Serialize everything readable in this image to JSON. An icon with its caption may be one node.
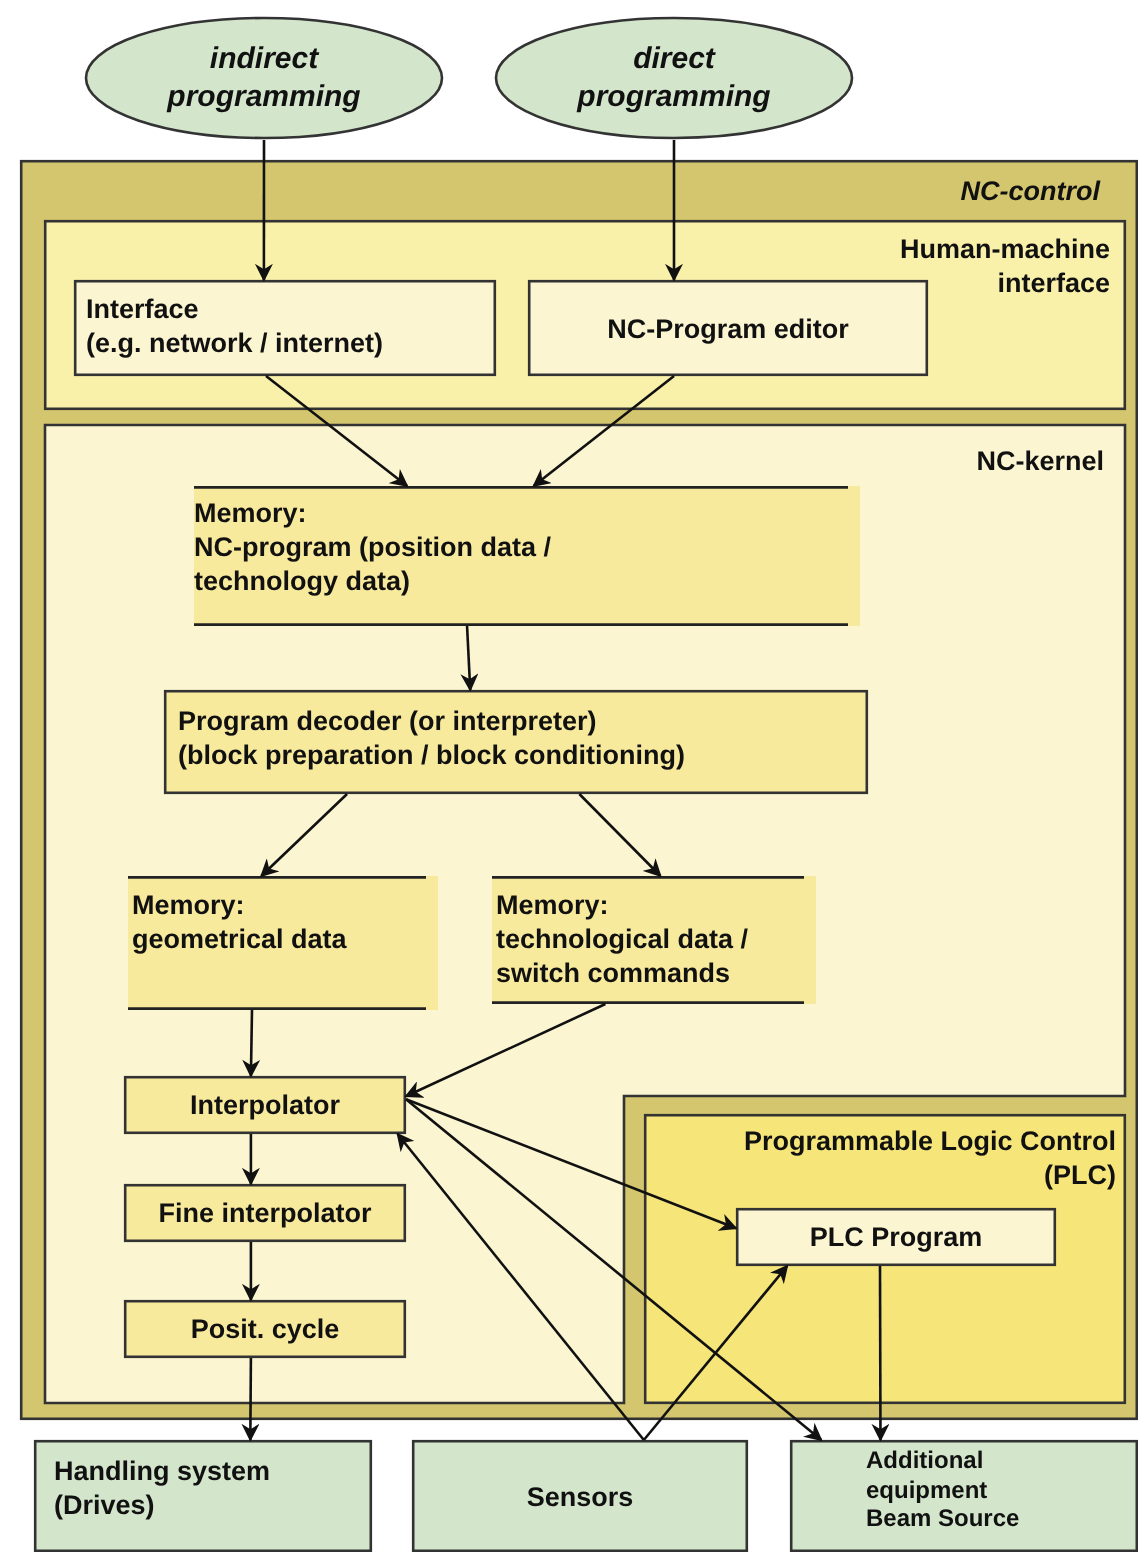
{
  "diagram": {
    "nodes": [
      {
        "text": [
          "indirect programming"
        ]
      },
      {
        "text": [
          "direct programming"
        ]
      },
      {
        "text": [
          "NC-control"
        ]
      },
      {
        "text": [
          "Human-machine interface"
        ],
        "in": 2
      },
      {
        "text": [
          "Interface",
          "(e.g. network / internet)"
        ],
        "in": 3
      },
      {
        "text": [
          "NC-Program editor"
        ],
        "in": 3
      },
      {
        "text": [
          "NC-kernel"
        ],
        "in": 2
      },
      {
        "text": [
          "Memory:",
          "NC-program (position data / technology data)"
        ],
        "in": 6
      },
      {
        "text": [
          "Program decoder (or interpreter)",
          "(block preparation / block conditioning)"
        ],
        "in": 6
      },
      {
        "text": [
          "Memory:",
          "geometrical data"
        ],
        "in": 6
      },
      {
        "text": [
          "Memory:",
          "technological data / switch commands"
        ],
        "in": 6
      },
      {
        "text": [
          "Interpolator"
        ],
        "in": 6
      },
      {
        "text": [
          "Fine interpolator"
        ],
        "in": 6
      },
      {
        "text": [
          "Posit. cycle"
        ],
        "in": 6
      },
      {
        "text": [
          "Programmable Logic Control (PLC)"
        ],
        "in": 2
      },
      {
        "text": [
          "PLC Program"
        ],
        "in": 14
      },
      {
        "text": [
          "Handling system (Drives)"
        ]
      },
      {
        "text": [
          "Sensors"
        ]
      },
      {
        "text": [
          "Additional equipment Beam Source"
        ]
      }
    ],
    "edges": [
      {
        "from": 0,
        "to": 4,
        "arrow": "to"
      },
      {
        "from": 1,
        "to": 5,
        "arrow": "to"
      },
      {
        "from": 4,
        "to": 7,
        "arrow": "to"
      },
      {
        "from": 5,
        "to": 7,
        "arrow": "to"
      },
      {
        "from": 7,
        "to": 8,
        "arrow": "to"
      },
      {
        "from": 8,
        "to": 9,
        "arrow": "to"
      },
      {
        "from": 8,
        "to": 10,
        "arrow": "to"
      },
      {
        "from": 9,
        "to": 11,
        "arrow": "to"
      },
      {
        "from": 10,
        "to": 11,
        "arrow": "to"
      },
      {
        "from": 11,
        "to": 12,
        "arrow": "to"
      },
      {
        "from": 12,
        "to": 13,
        "arrow": "to"
      },
      {
        "from": 13,
        "to": 16,
        "arrow": "to"
      },
      {
        "from": 11,
        "to": 15,
        "arrow": "to"
      },
      {
        "from": 11,
        "to": 18,
        "arrow": "to"
      },
      {
        "from": 17,
        "to": 11,
        "arrow": "to"
      },
      {
        "from": 17,
        "to": 15,
        "arrow": "to"
      },
      {
        "from": 15,
        "to": 18,
        "arrow": "to"
      }
    ]
  }
}
